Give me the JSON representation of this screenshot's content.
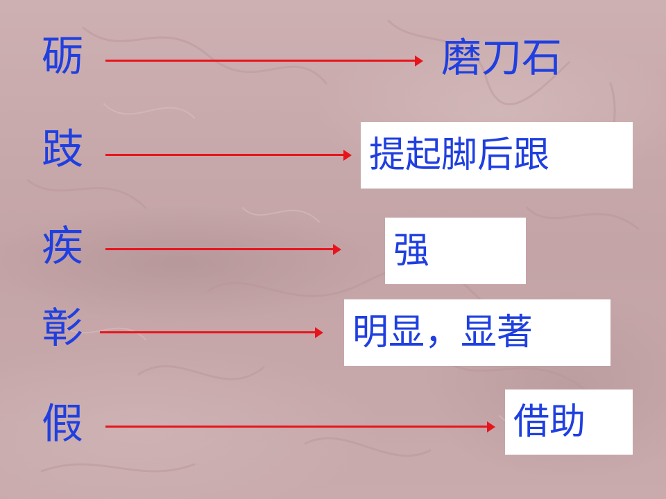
{
  "rows": [
    {
      "term": "砺",
      "definition": "磨刀石"
    },
    {
      "term": "跂",
      "definition": "提起脚后跟"
    },
    {
      "term": "疾",
      "definition": "强"
    },
    {
      "term": "彰",
      "definition": "明显，显著"
    },
    {
      "term": "假",
      "definition": "借助"
    }
  ],
  "colors": {
    "text": "#1f3fe0",
    "arrow": "#e8141c",
    "background": "#c8a9ab",
    "box": "#ffffff"
  }
}
